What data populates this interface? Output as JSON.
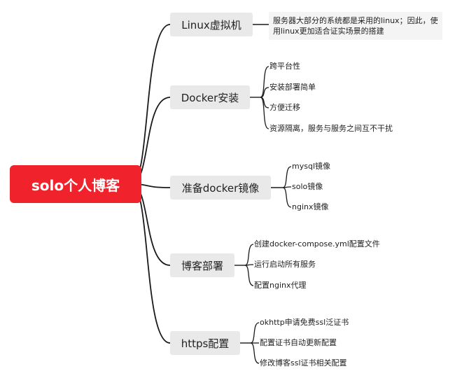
{
  "root": {
    "label": "solo个人博客"
  },
  "branches": [
    {
      "label": "Linux虚拟机",
      "children": [
        {
          "line1": "服务器大部分的系统都是采用的linux；因此，使",
          "line2": "用linux更加适合证实场景的搭建"
        }
      ]
    },
    {
      "label": "Docker安装",
      "children": [
        "跨平台性",
        "安装部署简单",
        "方便迁移",
        "资源隔离，服务与服务之间互不干扰"
      ]
    },
    {
      "label": "准备docker镜像",
      "children": [
        "mysql镜像",
        "solo镜像",
        "nginx镜像"
      ]
    },
    {
      "label": "博客部署",
      "children": [
        "创建docker-compose.yml配置文件",
        "运行启动所有服务",
        "配置nginx代理"
      ]
    },
    {
      "label": "https配置",
      "children": [
        "okhttp申请免费ssl泛证书",
        "配置证书自动更新配置",
        "修改博客ssl证书相关配置"
      ]
    }
  ],
  "colors": {
    "root_bg": "#f0232d",
    "branch_bg": "#e9e9e9",
    "line": "#1a1a1a"
  }
}
